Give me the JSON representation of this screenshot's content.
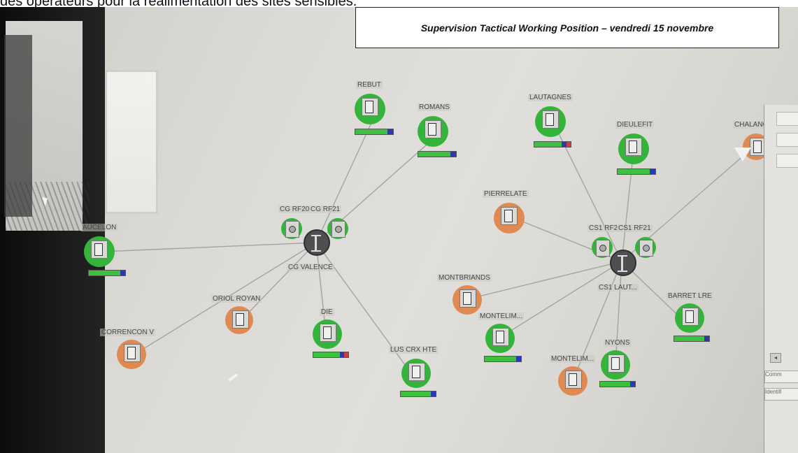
{
  "caption": "des opérateurs pour la réalimentation des sites sensibles.",
  "title": "Supervision Tactical Working Position – vendredi 15 novembre",
  "hubs": [
    {
      "label": "CG VALENCE",
      "radio_labels": [
        "CG RF20",
        "CG RF21"
      ]
    },
    {
      "label": "CS1 LAUT...",
      "radio_labels": [
        "CS1 RF2",
        "CS1 RF21"
      ]
    }
  ],
  "sites": [
    {
      "label": "REBUT",
      "status": "green",
      "bar": [
        "green",
        "blue"
      ]
    },
    {
      "label": "ROMANS",
      "status": "green",
      "bar": [
        "green",
        "blue"
      ]
    },
    {
      "label": "LAUTAGNES",
      "status": "green",
      "bar": [
        "green",
        "blue",
        "red"
      ]
    },
    {
      "label": "DIEULEFIT",
      "status": "green",
      "bar": [
        "green",
        "blue"
      ]
    },
    {
      "label": "CHALANCO",
      "status": "orange",
      "bar": []
    },
    {
      "label": "PIERRELATE",
      "status": "orange",
      "bar": []
    },
    {
      "label": "AUCELON",
      "status": "green",
      "bar": [
        "green",
        "blue"
      ]
    },
    {
      "label": "ORIOL ROYAN",
      "status": "orange",
      "bar": []
    },
    {
      "label": "CORRENCON V",
      "status": "orange",
      "bar": []
    },
    {
      "label": "DIE",
      "status": "green",
      "bar": [
        "green",
        "blue",
        "red"
      ]
    },
    {
      "label": "LUS CRX HTE",
      "status": "green",
      "bar": [
        "green",
        "blue"
      ]
    },
    {
      "label": "MONTBRIANDS",
      "status": "orange",
      "bar": []
    },
    {
      "label": "MONTELIM...",
      "status": "green",
      "bar": [
        "green",
        "blue"
      ]
    },
    {
      "label": "NYONS",
      "status": "green",
      "bar": [
        "green",
        "blue"
      ]
    },
    {
      "label": "MONTELIM...",
      "status": "orange",
      "bar": []
    },
    {
      "label": "BARRET LRE",
      "status": "green",
      "bar": [
        "green",
        "blue"
      ]
    }
  ],
  "right_panel": {
    "fields": [
      "Comm",
      "Identifi"
    ],
    "scroll_glyph": "◂"
  },
  "colors": {
    "online": "#34b43a",
    "degraded": "#df8a52",
    "link_line": "#9a9a98",
    "hub": "#4f4f52"
  },
  "icons": {
    "site": "radio-tower-icon",
    "hub": "server-hub-icon",
    "radio": "speaker-icon",
    "cursor": "mouse-pointer-icon"
  }
}
